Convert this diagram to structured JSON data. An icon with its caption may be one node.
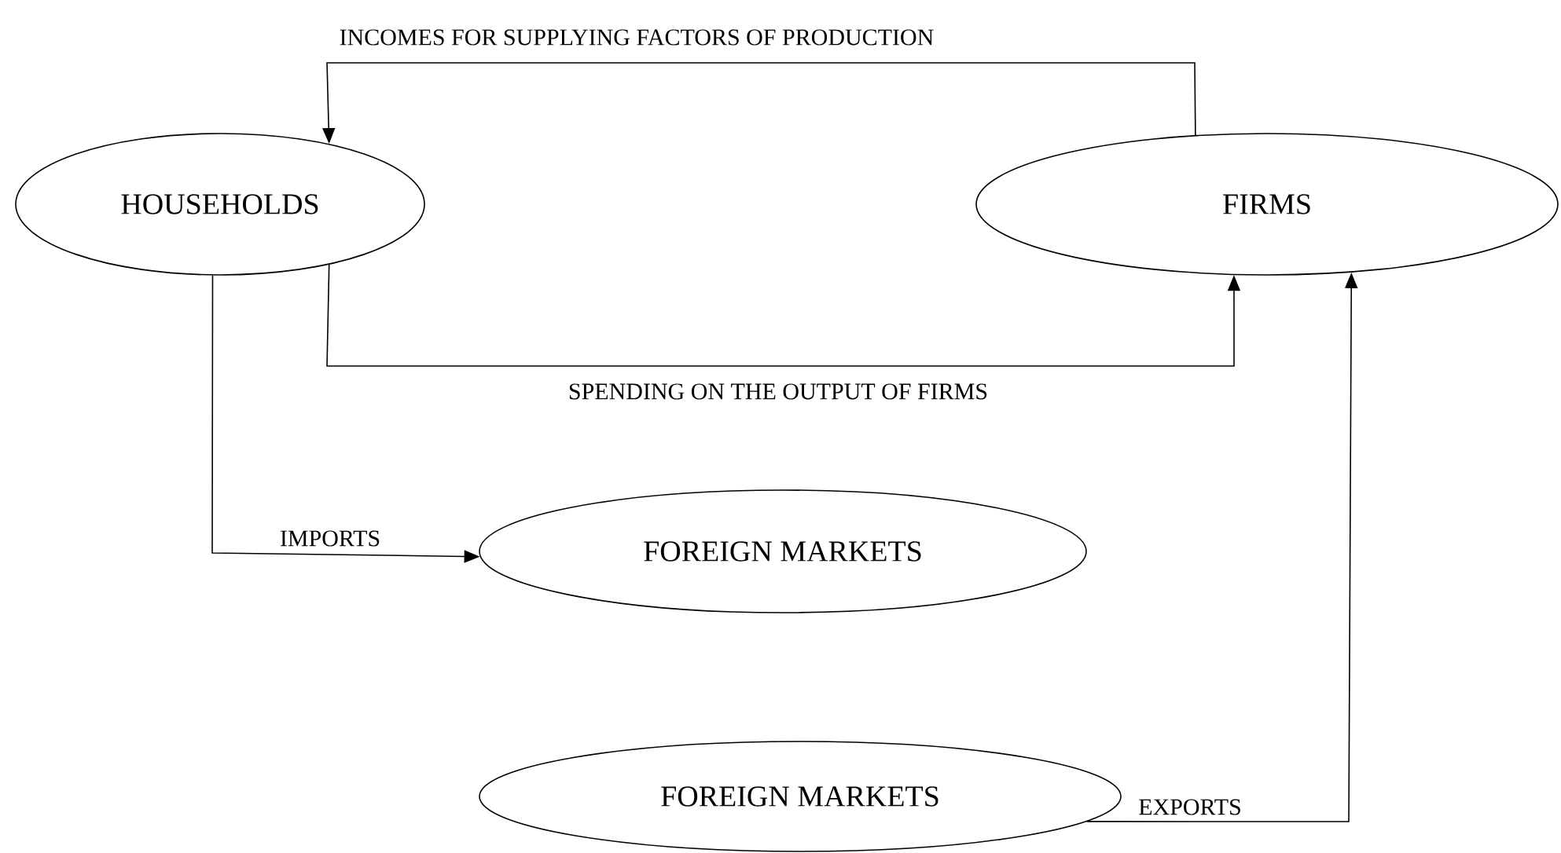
{
  "diagram": {
    "nodes": [
      {
        "text": [
          "HOUSEHOLDS"
        ]
      },
      {
        "text": [
          "FIRMS"
        ]
      },
      {
        "text": [
          "FOREIGN MARKETS"
        ]
      },
      {
        "text": [
          "FOREIGN MARKETS"
        ]
      }
    ],
    "edges": [
      {
        "from": 1,
        "to": 0,
        "arrow": "to",
        "label": "INCOMES FOR SUPPLYING FACTORS OF PRODUCTION"
      },
      {
        "from": 0,
        "to": 1,
        "arrow": "to",
        "label": "SPENDING ON THE OUTPUT OF FIRMS"
      },
      {
        "from": 0,
        "to": 2,
        "arrow": "to",
        "label": "IMPORTS"
      },
      {
        "from": 3,
        "to": 1,
        "arrow": "to",
        "label": "EXPORTS"
      }
    ]
  }
}
